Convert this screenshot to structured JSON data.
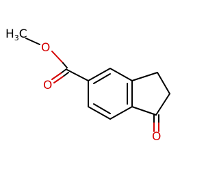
{
  "molecule": {
    "methyl_group": {
      "main": "H",
      "subscript": "3",
      "tail": "C"
    },
    "ester_ether_oxygen": "O",
    "ester_carbonyl_oxygen": "O",
    "ketone_oxygen": "O"
  },
  "colors": {
    "bond": "#000000",
    "oxygen": "#d40000"
  }
}
